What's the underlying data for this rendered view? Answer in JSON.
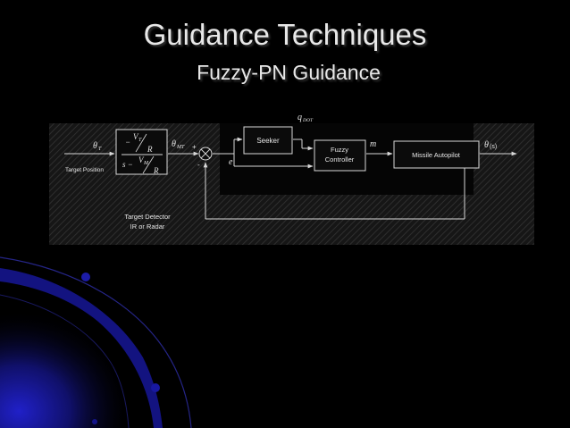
{
  "slide": {
    "title": "Guidance Techniques",
    "subtitle": "Fuzzy-PN Guidance"
  },
  "diagram": {
    "nodes": {
      "target_kinematics": {
        "num_sym": "V",
        "num_sub": "T",
        "num_den": "R",
        "den_prefix": "s −",
        "den_sym": "V",
        "den_sub": "M",
        "den_den": "R",
        "num_prefix": "−"
      },
      "seeker": "Seeker",
      "fuzzy_controller": [
        "Fuzzy",
        "Controller"
      ],
      "missile_autopilot": "Missile Autopilot"
    },
    "signals": {
      "theta_t": "θ",
      "theta_t_sub": "T",
      "target_position": "Target Position",
      "theta_mt": "θ",
      "theta_mt_sub": "MT",
      "plus_sign": "+",
      "minus_sign": "-",
      "error": "e",
      "q_dot": "q",
      "q_dot_sub": "DOT",
      "m": "m",
      "theta_out": "θ",
      "theta_out_sub": "(s)"
    },
    "feedback_label": [
      "Target Detector",
      "IR or Radar"
    ]
  },
  "colors": {
    "background": "#000000",
    "hatch_panel": "#1c1c1c",
    "hatch_line": "#2c2c2c",
    "inner_panel": "#050505",
    "block_fill": "#0b0b0b",
    "stroke": "#d8d8d8",
    "swoosh_dark": "#06063a",
    "swoosh_bright": "#1a1aa8"
  }
}
